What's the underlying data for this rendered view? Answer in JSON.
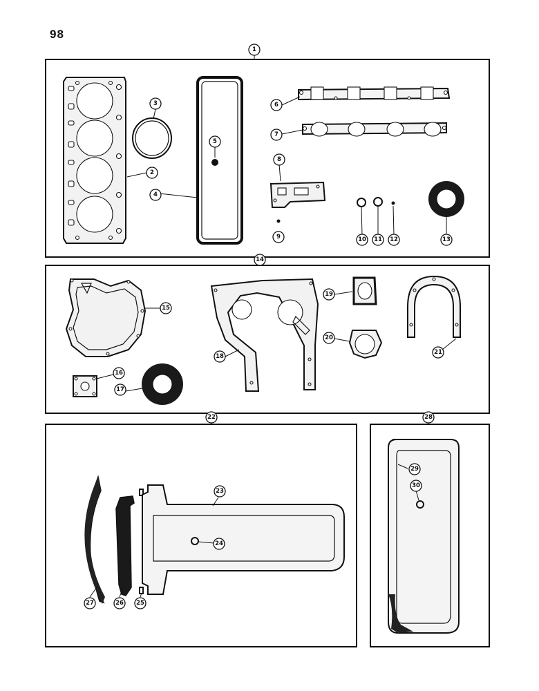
{
  "page": {
    "number": "98"
  },
  "callouts": {
    "c1": "1",
    "c2": "2",
    "c3": "3",
    "c4": "4",
    "c5": "5",
    "c6": "6",
    "c7": "7",
    "c8": "8",
    "c9": "9",
    "c10": "10",
    "c11": "11",
    "c12": "12",
    "c13": "13",
    "c14": "14",
    "c15": "15",
    "c16": "16",
    "c17": "17",
    "c18": "18",
    "c19": "19",
    "c20": "20",
    "c21": "21",
    "c22": "22",
    "c23": "23",
    "c24": "24",
    "c25": "25",
    "c26": "26",
    "c27": "27",
    "c28": "28",
    "c29": "29",
    "c30": "30"
  }
}
